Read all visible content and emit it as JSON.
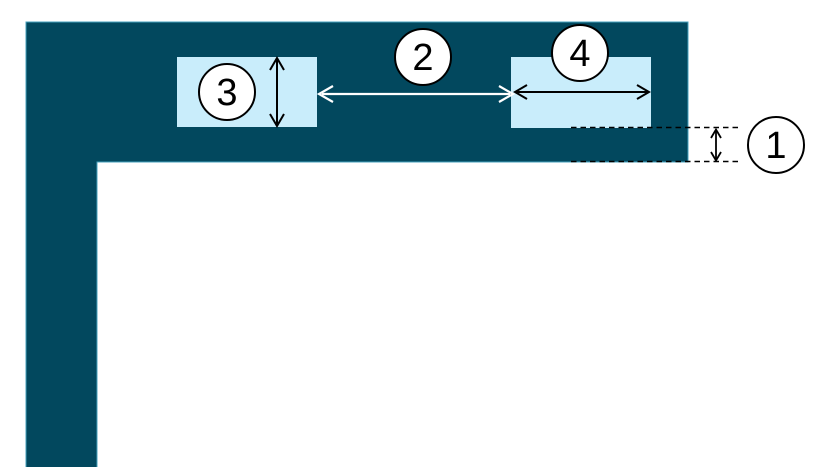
{
  "colors": {
    "background": "#FFFFFF",
    "panel_fill": "#02485E",
    "panel_border": "#44A0BC",
    "button_fill": "#C9EDFB",
    "measure_dark": "#000000",
    "measure_light": "#FFFFFF",
    "callout_fill": "#FFFFFF",
    "callout_border": "#000000"
  },
  "callouts": [
    {
      "label": "1"
    },
    {
      "label": "2"
    },
    {
      "label": "3"
    },
    {
      "label": "4"
    }
  ]
}
